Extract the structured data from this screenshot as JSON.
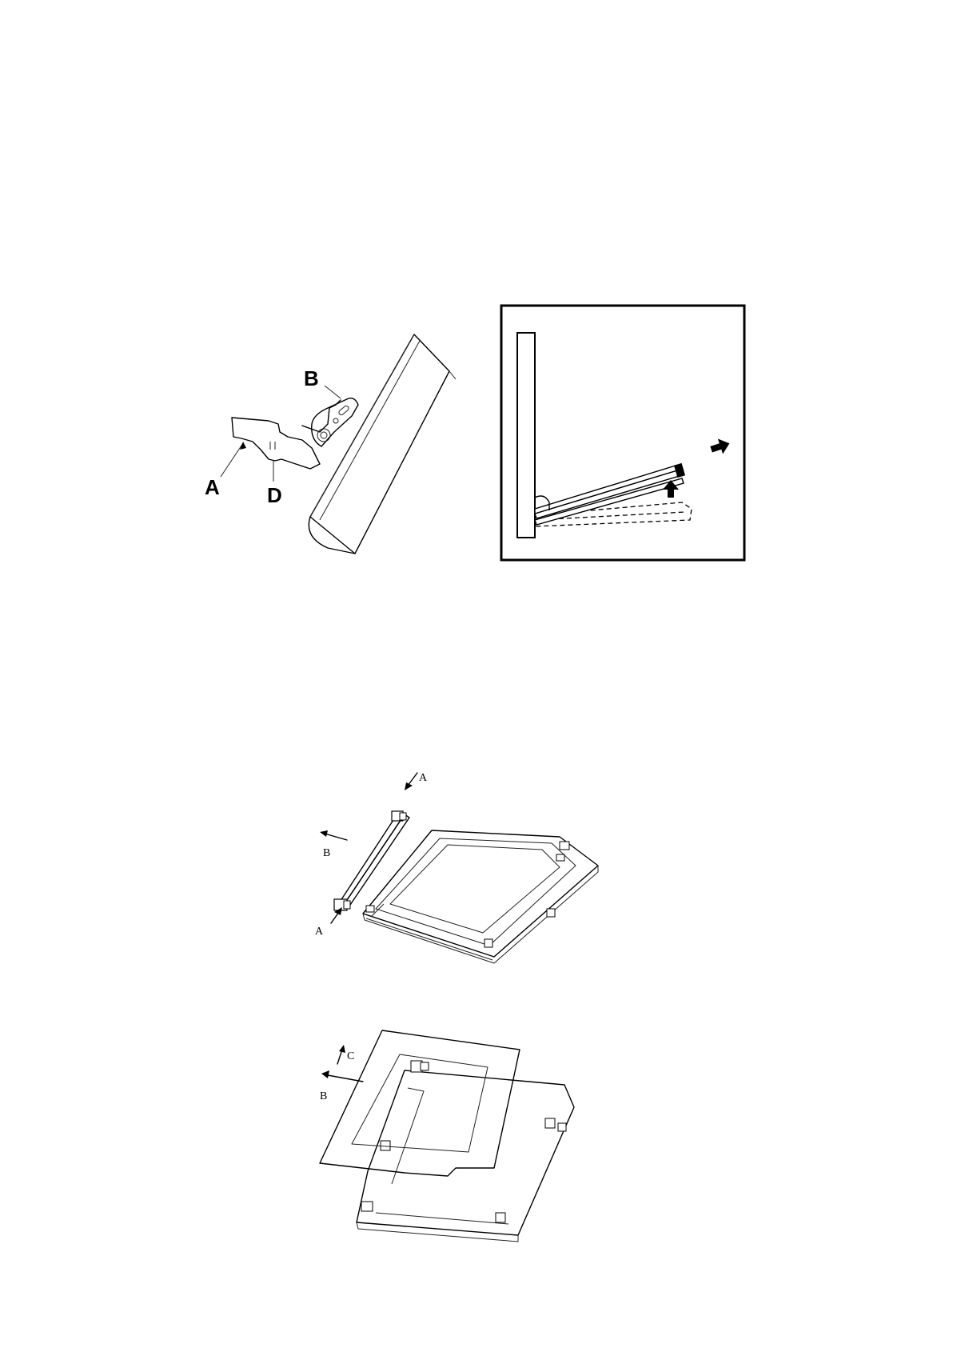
{
  "figure1": {
    "labels": {
      "a": "A",
      "b": "B",
      "d": "D"
    }
  },
  "figure2": {
    "labels": {
      "a_top": "A",
      "a_bottom": "A",
      "b": "B"
    }
  },
  "figure3": {
    "labels": {
      "c": "C",
      "b": "B"
    }
  }
}
